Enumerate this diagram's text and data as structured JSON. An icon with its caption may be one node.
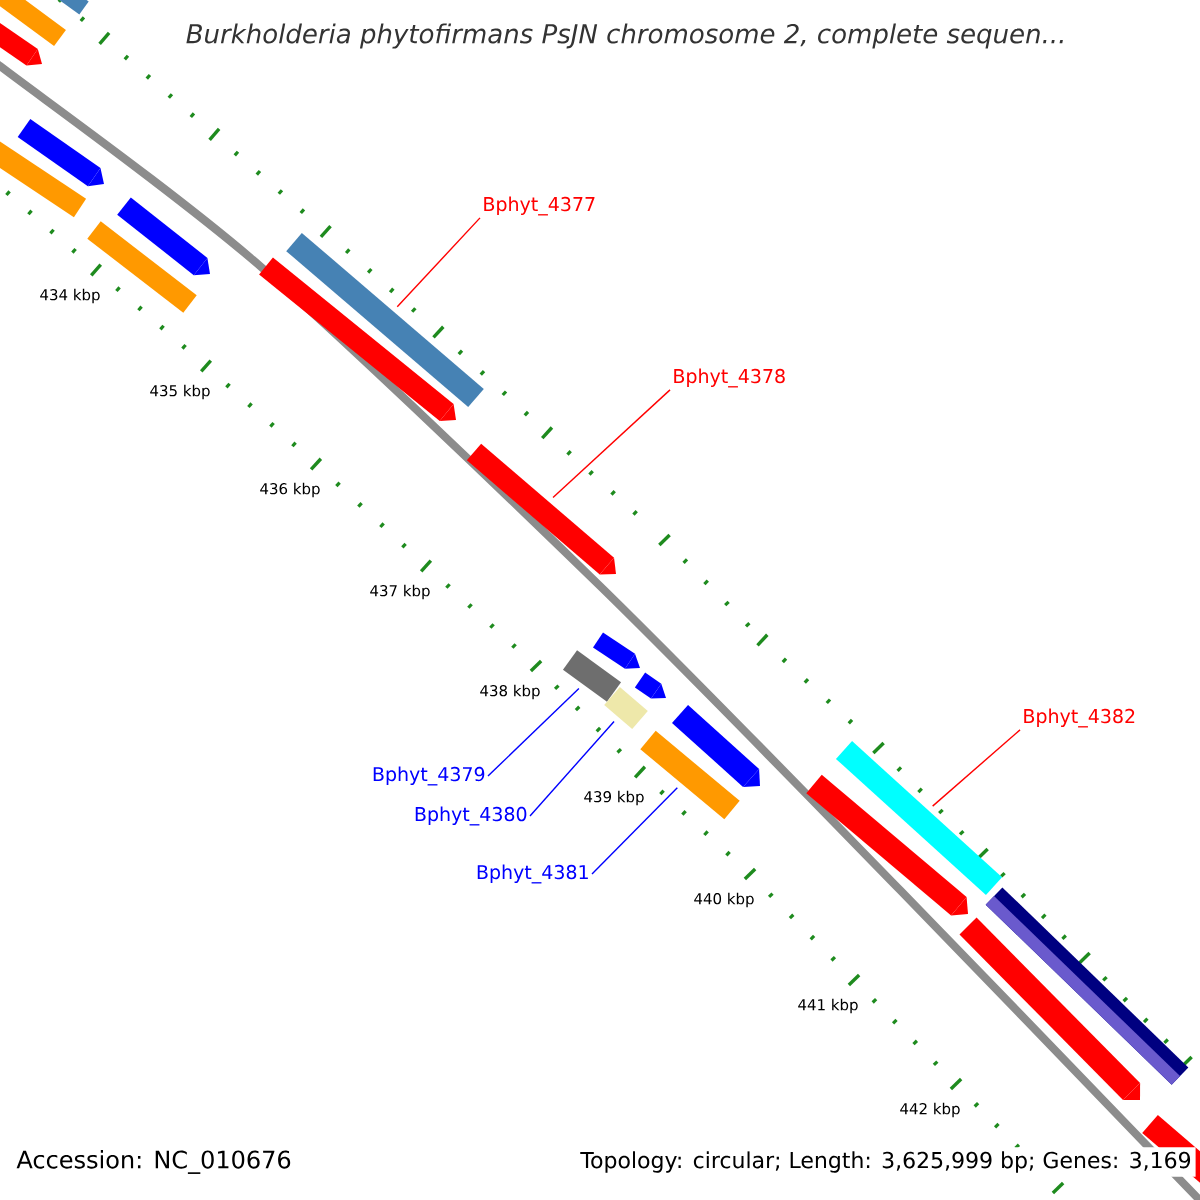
{
  "diagram": {
    "title": "Burkholderia phytofirmans PsJN chromosome 2, complete sequen...",
    "nodes": [
      {
        "text": [
          "Bphyt_4377"
        ]
      },
      {
        "text": [],
        "shape": "bar"
      },
      {
        "text": [
          "Bphyt_4378"
        ]
      },
      {
        "text": [],
        "shape": "bar"
      },
      {
        "text": [
          "Bphyt_4379"
        ]
      },
      {
        "text": [],
        "shape": "bar"
      },
      {
        "text": [
          "Bphyt_4380"
        ]
      },
      {
        "text": [],
        "shape": "bar"
      },
      {
        "text": [
          "Bphyt_4381"
        ]
      },
      {
        "text": [],
        "shape": "bar"
      },
      {
        "text": [
          "Bphyt_4382"
        ]
      },
      {
        "text": [],
        "shape": "bar"
      },
      {
        "text": [],
        "shape": "bar"
      },
      {
        "text": [],
        "shape": "bar"
      },
      {
        "text": [],
        "shape": "bar"
      },
      {
        "text": [],
        "shape": "bar"
      },
      {
        "text": [],
        "shape": "bar"
      },
      {
        "text": [],
        "shape": "bar"
      },
      {
        "text": [],
        "shape": "bar"
      },
      {
        "text": [],
        "shape": "bar"
      },
      {
        "text": [],
        "shape": "bar"
      },
      {
        "text": [],
        "shape": "bar"
      },
      {
        "text": [],
        "shape": "bar"
      },
      {
        "text": [],
        "shape": "bar"
      },
      {
        "text": [],
        "shape": "bar"
      },
      {
        "text": [],
        "shape": "bar"
      },
      {
        "text": [],
        "shape": "bar"
      }
    ],
    "edges": [
      {
        "from": 0,
        "to": 1,
        "arrow": "none",
        "color": "#ff0000"
      },
      {
        "from": 2,
        "to": 3,
        "arrow": "none",
        "color": "#ff0000"
      },
      {
        "from": 4,
        "to": 5,
        "arrow": "none",
        "color": "#0000ff"
      },
      {
        "from": 6,
        "to": 7,
        "arrow": "none",
        "color": "#0000ff"
      },
      {
        "from": 8,
        "to": 9,
        "arrow": "none",
        "color": "#0000ff"
      },
      {
        "from": 10,
        "to": 11,
        "arrow": "none",
        "color": "#ff0000"
      }
    ],
    "labels": [
      "434 kbp",
      "435 kbp",
      "436 kbp",
      "437 kbp",
      "438 kbp",
      "439 kbp",
      "440 kbp",
      "441 kbp",
      "442 kbp",
      "Accession: NC_010676",
      "Topology: circular; Length: 3,625,999 bp; Genes: 3,169"
    ]
  }
}
